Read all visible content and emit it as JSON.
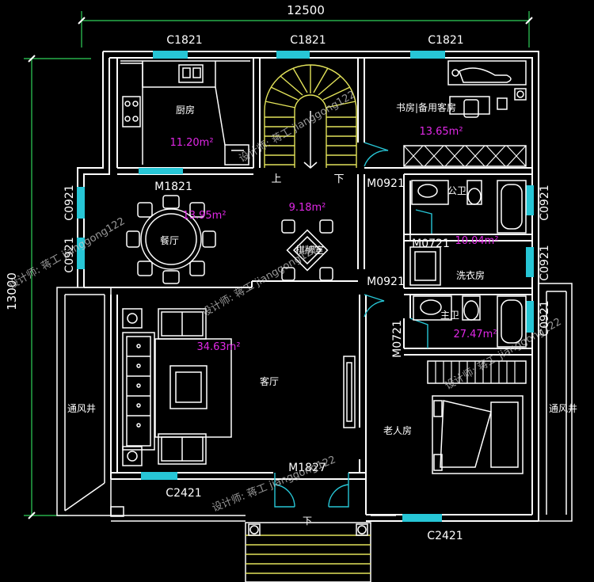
{
  "dimensions": {
    "width_total": "12500",
    "height_total": "13000"
  },
  "rooms": {
    "kitchen": {
      "name": "厨房",
      "area": "11.20m²"
    },
    "study": {
      "name": "书房|备用客房",
      "area": "13.65m²"
    },
    "dining": {
      "name": "餐厅",
      "area": "13.95m²"
    },
    "chess": {
      "name": "棋牌室",
      "area": "9.18m²"
    },
    "public_bath": {
      "name": "公卫",
      "area": "10.04m²"
    },
    "laundry": {
      "name": "洗衣房"
    },
    "master_bath": {
      "name": "主卫",
      "area": "27.47m²"
    },
    "living": {
      "name": "客厅",
      "area": "34.63m²"
    },
    "elder": {
      "name": "老人房"
    },
    "vent_left": {
      "name": "通风井"
    },
    "vent_right": {
      "name": "通风井"
    }
  },
  "windows": {
    "top_left": "C1821",
    "top_mid": "C1821",
    "top_right": "C1821",
    "left_upper": "C0921",
    "left_lower": "C0921",
    "right_upper": "C0921",
    "right_mid": "C0921",
    "right_lower": "C0921",
    "bottom_left": "C2421",
    "bottom_right": "C2421"
  },
  "doors": {
    "dining_door": "M1821",
    "study_door": "M0921",
    "public_bath_door": "M0721",
    "laundry_door": "M0921",
    "master_bath_door": "M0721",
    "entry_door": "M1827"
  },
  "stairs": {
    "up": "上",
    "down": "下",
    "entry_down": "下"
  },
  "watermark": "设计师: 蒋工 jianggong122",
  "colors": {
    "wall": "#ffffff",
    "dim": "#ffffff",
    "dimline": "#2fd15a",
    "window": "#27c6d6",
    "area": "#e028e6",
    "stair": "#e3e35a",
    "furniture": "#ffffff"
  }
}
